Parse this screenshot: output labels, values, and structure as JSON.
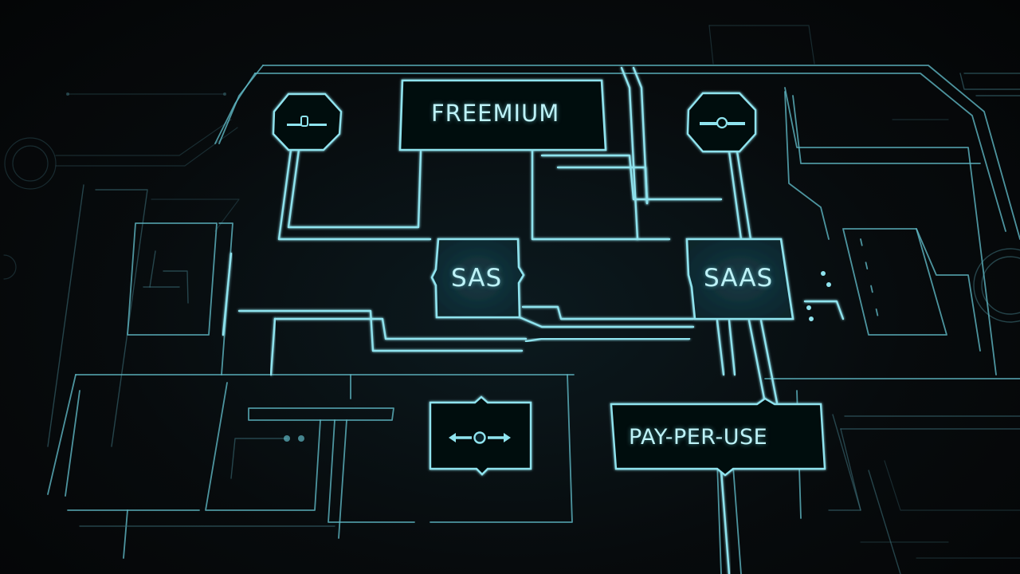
{
  "diagram": {
    "theme": "circuit-board",
    "colors": {
      "background": "#050708",
      "trace_bright": "#8fe3ee",
      "trace_mid": "#5fb8c4",
      "trace_dim": "#3f7580",
      "node_fill_dark": "#06090b",
      "node_fill_teal": "#0f2a32",
      "label": "#bdf2f7"
    },
    "nodes": {
      "freemium": {
        "label": "FREEMIUM",
        "shape": "rectangle"
      },
      "sas": {
        "label": "SAS",
        "shape": "chip"
      },
      "saas": {
        "label": "SAAS",
        "shape": "chip"
      },
      "pay_per_use": {
        "label": "PAY-PER-USE",
        "shape": "rectangle"
      },
      "left_octagon": {
        "icon": "connector-icon",
        "shape": "octagon"
      },
      "right_octagon": {
        "icon": "connector-icon",
        "shape": "octagon"
      },
      "bottom_connector": {
        "icon": "double-arrow-connector-icon",
        "shape": "rectangle"
      }
    },
    "edges": [
      [
        "left_octagon",
        "freemium"
      ],
      [
        "freemium",
        "right_octagon"
      ],
      [
        "freemium",
        "sas"
      ],
      [
        "left_octagon",
        "sas"
      ],
      [
        "right_octagon",
        "saas"
      ],
      [
        "sas",
        "saas"
      ],
      [
        "sas",
        "bottom_connector"
      ],
      [
        "saas",
        "pay_per_use"
      ]
    ]
  }
}
